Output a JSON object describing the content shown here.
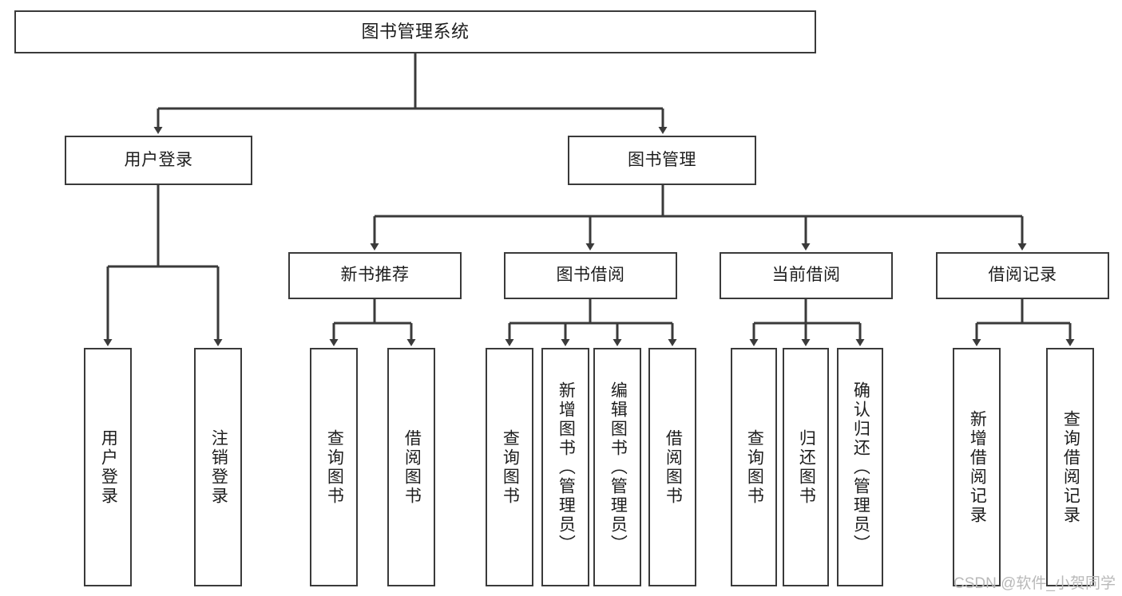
{
  "diagram": {
    "title": "图书管理系统",
    "type": "hierarchy-tree",
    "watermark": "CSDN @软件_小贺同学",
    "colors": {
      "box_border": "#3a3a3a",
      "box_fill": "#ffffff",
      "connector": "#3a3a3a",
      "text": "#1d1d1d",
      "watermark": "#b9b9b9",
      "background": "#ffffff"
    },
    "nodes": {
      "root": {
        "label": "图书管理系统",
        "level": 1,
        "orientation": "horizontal"
      },
      "l2": [
        {
          "id": "user-login",
          "label": "用户登录",
          "level": 2,
          "orientation": "horizontal"
        },
        {
          "id": "book-manage",
          "label": "图书管理",
          "level": 2,
          "orientation": "horizontal"
        }
      ],
      "l3": [
        {
          "id": "new-book-recommend",
          "label": "新书推荐",
          "level": 3,
          "orientation": "horizontal"
        },
        {
          "id": "book-borrow",
          "label": "图书借阅",
          "level": 3,
          "orientation": "horizontal"
        },
        {
          "id": "current-borrow",
          "label": "当前借阅",
          "level": 3,
          "orientation": "horizontal"
        },
        {
          "id": "borrow-record",
          "label": "借阅记录",
          "level": 3,
          "orientation": "horizontal"
        }
      ],
      "leaves": [
        {
          "id": "leaf-user-login",
          "label": "用户登录",
          "parent": "user-login",
          "orientation": "vertical"
        },
        {
          "id": "leaf-user-logout",
          "label": "注销登录",
          "parent": "user-login",
          "orientation": "vertical"
        },
        {
          "id": "leaf-query-book-1",
          "label": "查询图书",
          "parent": "new-book-recommend",
          "orientation": "vertical"
        },
        {
          "id": "leaf-borrow-book-1",
          "label": "借阅图书",
          "parent": "new-book-recommend",
          "orientation": "vertical"
        },
        {
          "id": "leaf-query-book-2",
          "label": "查询图书",
          "parent": "book-borrow",
          "orientation": "vertical"
        },
        {
          "id": "leaf-add-book",
          "label": "新增图书（管理员）",
          "parent": "book-borrow",
          "orientation": "vertical"
        },
        {
          "id": "leaf-edit-book",
          "label": "编辑图书（管理员）",
          "parent": "book-borrow",
          "orientation": "vertical"
        },
        {
          "id": "leaf-borrow-book-2",
          "label": "借阅图书",
          "parent": "book-borrow",
          "orientation": "vertical"
        },
        {
          "id": "leaf-query-book-3",
          "label": "查询图书",
          "parent": "current-borrow",
          "orientation": "vertical"
        },
        {
          "id": "leaf-return-book",
          "label": "归还图书",
          "parent": "current-borrow",
          "orientation": "vertical"
        },
        {
          "id": "leaf-confirm-return",
          "label": "确认归还（管理员）",
          "parent": "current-borrow",
          "orientation": "vertical"
        },
        {
          "id": "leaf-add-record",
          "label": "新增借阅记录",
          "parent": "borrow-record",
          "orientation": "vertical"
        },
        {
          "id": "leaf-query-record",
          "label": "查询借阅记录",
          "parent": "borrow-record",
          "orientation": "vertical"
        }
      ]
    }
  }
}
